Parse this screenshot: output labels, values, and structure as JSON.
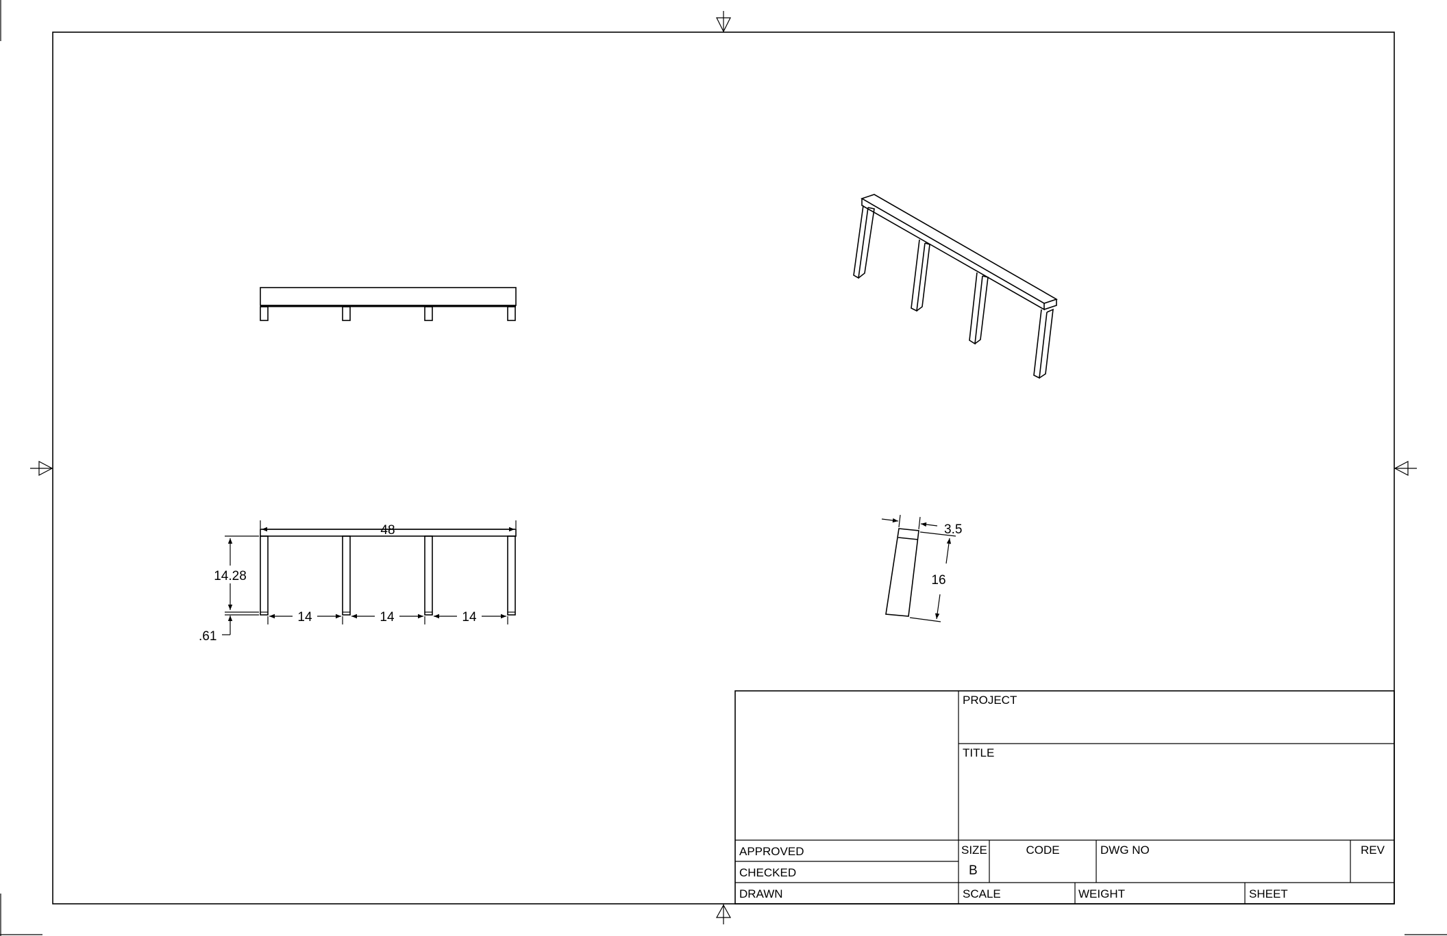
{
  "drawing": {
    "front_view": {
      "overall_width": "48",
      "leg_height": "14.28",
      "offset": ".61",
      "spacings": [
        "14",
        "14",
        "14"
      ]
    },
    "detail_view": {
      "width": "3.5",
      "length": "16"
    }
  },
  "title_block": {
    "project_label": "PROJECT",
    "title_label": "TITLE",
    "approved_label": "APPROVED",
    "checked_label": "CHECKED",
    "drawn_label": "DRAWN",
    "size_label": "SIZE",
    "size_value": "B",
    "code_label": "CODE",
    "dwg_no_label": "DWG NO",
    "rev_label": "REV",
    "scale_label": "SCALE",
    "weight_label": "WEIGHT",
    "sheet_label": "SHEET"
  }
}
